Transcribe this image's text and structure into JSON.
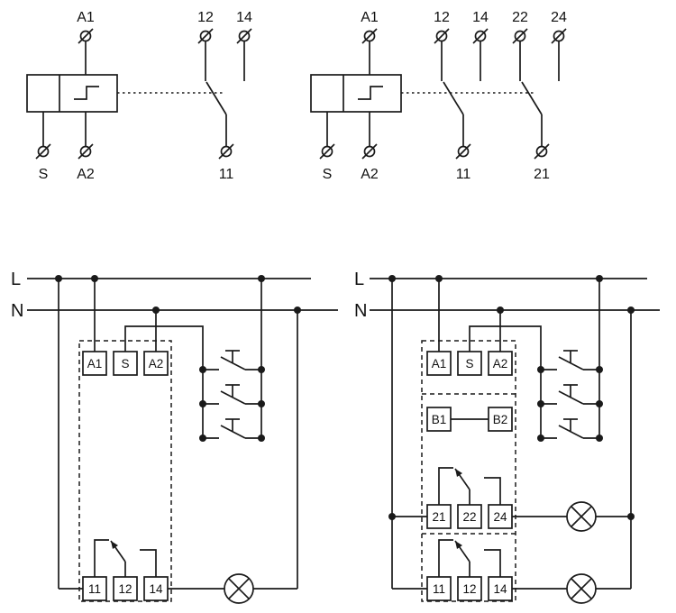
{
  "relay_symbol_single": {
    "a1": "A1",
    "s": "S",
    "a2": "A2",
    "c12": "12",
    "c14": "14",
    "c11": "11"
  },
  "relay_symbol_double": {
    "a1": "A1",
    "s": "S",
    "a2": "A2",
    "c12": "12",
    "c14": "14",
    "c22": "22",
    "c24": "24",
    "c11": "11",
    "c21": "21"
  },
  "wiring_single": {
    "l": "L",
    "n": "N",
    "a1": "A1",
    "s": "S",
    "a2": "A2",
    "c11": "11",
    "c12": "12",
    "c14": "14"
  },
  "wiring_double": {
    "l": "L",
    "n": "N",
    "a1": "A1",
    "s": "S",
    "a2": "A2",
    "b1": "B1",
    "b2": "B2",
    "c21": "21",
    "c22": "22",
    "c24": "24",
    "c11": "11",
    "c12": "12",
    "c14": "14"
  },
  "colors": {
    "stroke": "#1a1a1a",
    "background": "#ffffff"
  }
}
